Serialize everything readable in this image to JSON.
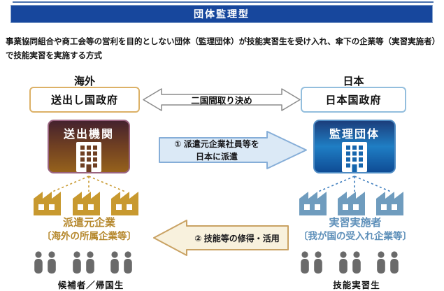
{
  "page": {
    "title": "団体監理型",
    "description": "事業協同組合や商工会等の営利を目的としない団体（監理団体）が技能実習生を受け入れ、傘下の企業等（実習実施者）で技能実習を実施する方式"
  },
  "regions": {
    "overseas": "海外",
    "japan": "日本"
  },
  "boxes": {
    "sending_government": "送出し国政府",
    "japan_government": "日本国政府",
    "sending_organization": "送出機関",
    "supervising_organization": "監理団体"
  },
  "arrows": {
    "bilateral": "二国間取り決め",
    "dispatch_line1": "① 派遣元企業社員等を",
    "dispatch_line2": "日本に派遣",
    "skills": "② 技能等の修得・活用"
  },
  "groups": {
    "sending_companies_line1": "派遣元企業",
    "sending_companies_line2": "〔海外の所属企業等〕",
    "implementing_line1": "実習実施者",
    "implementing_line2": "〔我が国の受入れ企業等〕",
    "candidates_label": "候補者／帰国生",
    "trainees_label": "技能実習生"
  },
  "icons": {
    "organization": "building-icon",
    "company": "factory-icon",
    "people": "person-icon",
    "bilateral": "double-arrow-icon"
  },
  "colors": {
    "header_bar": "#17479d",
    "overseas_accent": "#c8992f",
    "overseas_text": "#b5872b",
    "japan_accent": "#3c7cbd",
    "japan_text": "#5d8fb9",
    "sending_box_border": "#9a6480",
    "dispatch_arrow_fill": "#dbe9f6",
    "dispatch_arrow_border": "#86aed8",
    "skills_arrow_fill": "#f8f1dd",
    "skills_arrow_border": "#c9a263",
    "person_gray": "#6a6a6a"
  }
}
